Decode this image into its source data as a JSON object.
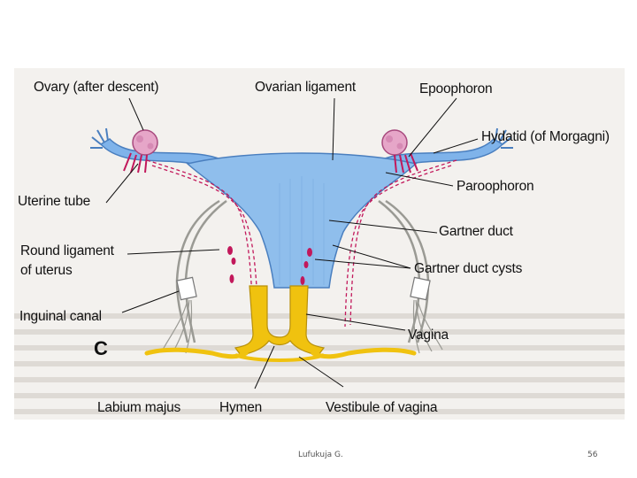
{
  "labels": {
    "ovary": "Ovary (after descent)",
    "ovarian_ligament": "Ovarian ligament",
    "epoophoron": "Epoophoron",
    "hydatid": "Hydatid (of Morgagni)",
    "uterine_tube": "Uterine tube",
    "paroophoron": "Paroophoron",
    "gartner_duct": "Gartner duct",
    "round_ligament_1": "Round ligament",
    "round_ligament_2": "of uterus",
    "gartner_cysts": "Gartner duct cysts",
    "inguinal_canal": "Inguinal canal",
    "vagina": "Vagina",
    "panel": "C",
    "labium": "Labium majus",
    "hymen": "Hymen",
    "vestibule": "Vestibule of vagina"
  },
  "footer": {
    "author": "Lufukuja G.",
    "page": "56"
  },
  "colors": {
    "uterus": "#7fb3ea",
    "ovary": "#e6a6c8",
    "duct": "#c2185b",
    "vagina": "#f0c20f"
  }
}
